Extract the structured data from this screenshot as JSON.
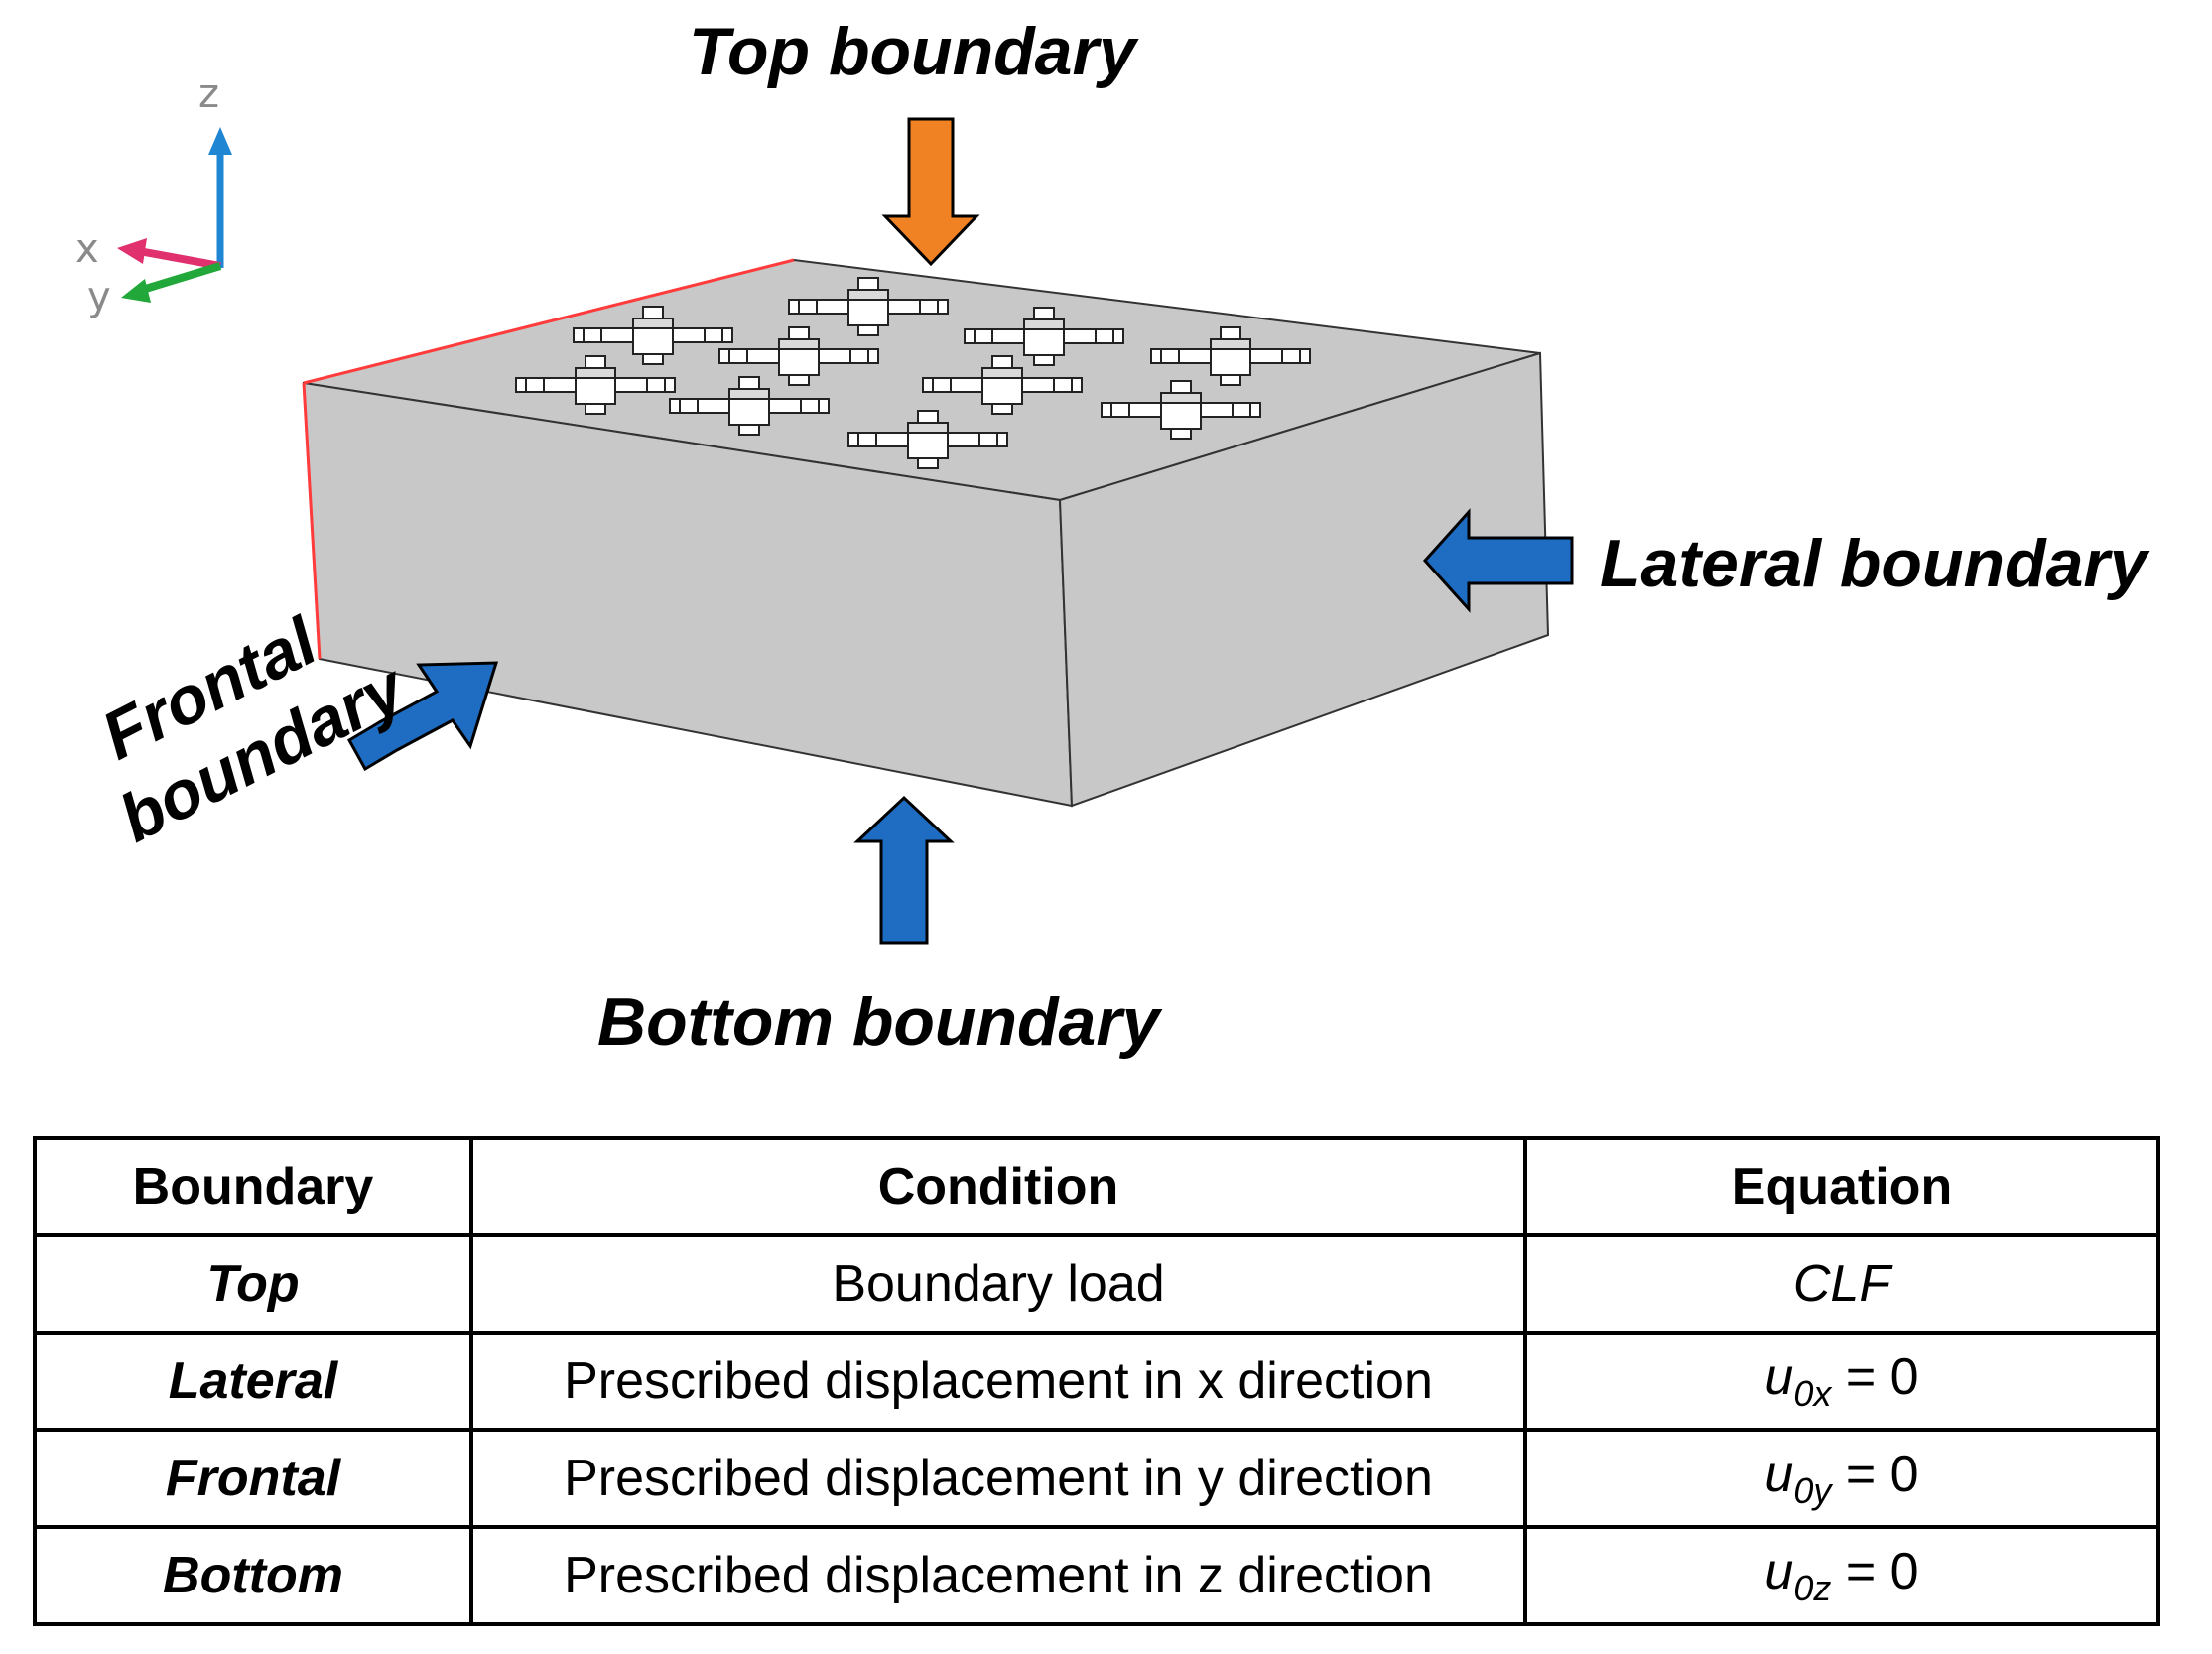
{
  "axes": {
    "x": "x",
    "y": "y",
    "z": "z"
  },
  "labels": {
    "top": "Top boundary",
    "lateral": "Lateral boundary",
    "frontal_line1": "Frontal",
    "frontal_line2": "boundary",
    "bottom": "Bottom boundary"
  },
  "colors": {
    "top_arrow": "#F08224",
    "boundary_arrows": "#1E6DC2",
    "block_face": "#C8C8C8",
    "highlight_edge": "#FF3B3B",
    "axis_x": "#E0306E",
    "axis_y": "#22A83A",
    "axis_z": "#1E86D2"
  },
  "table": {
    "headers": [
      "Boundary",
      "Condition",
      "Equation"
    ],
    "rows": [
      {
        "boundary": "Top",
        "condition": "Boundary load",
        "equation": "CLF"
      },
      {
        "boundary": "Lateral",
        "condition": "Prescribed displacement in x direction",
        "eq_var": "u",
        "eq_sub": "0x",
        "eq_rest": " = 0"
      },
      {
        "boundary": "Frontal",
        "condition": "Prescribed displacement in y direction",
        "eq_var": "u",
        "eq_sub": "0y",
        "eq_rest": " = 0"
      },
      {
        "boundary": "Bottom",
        "condition": "Prescribed displacement in z direction",
        "eq_var": "u",
        "eq_sub": "0z",
        "eq_rest": " = 0"
      }
    ]
  }
}
